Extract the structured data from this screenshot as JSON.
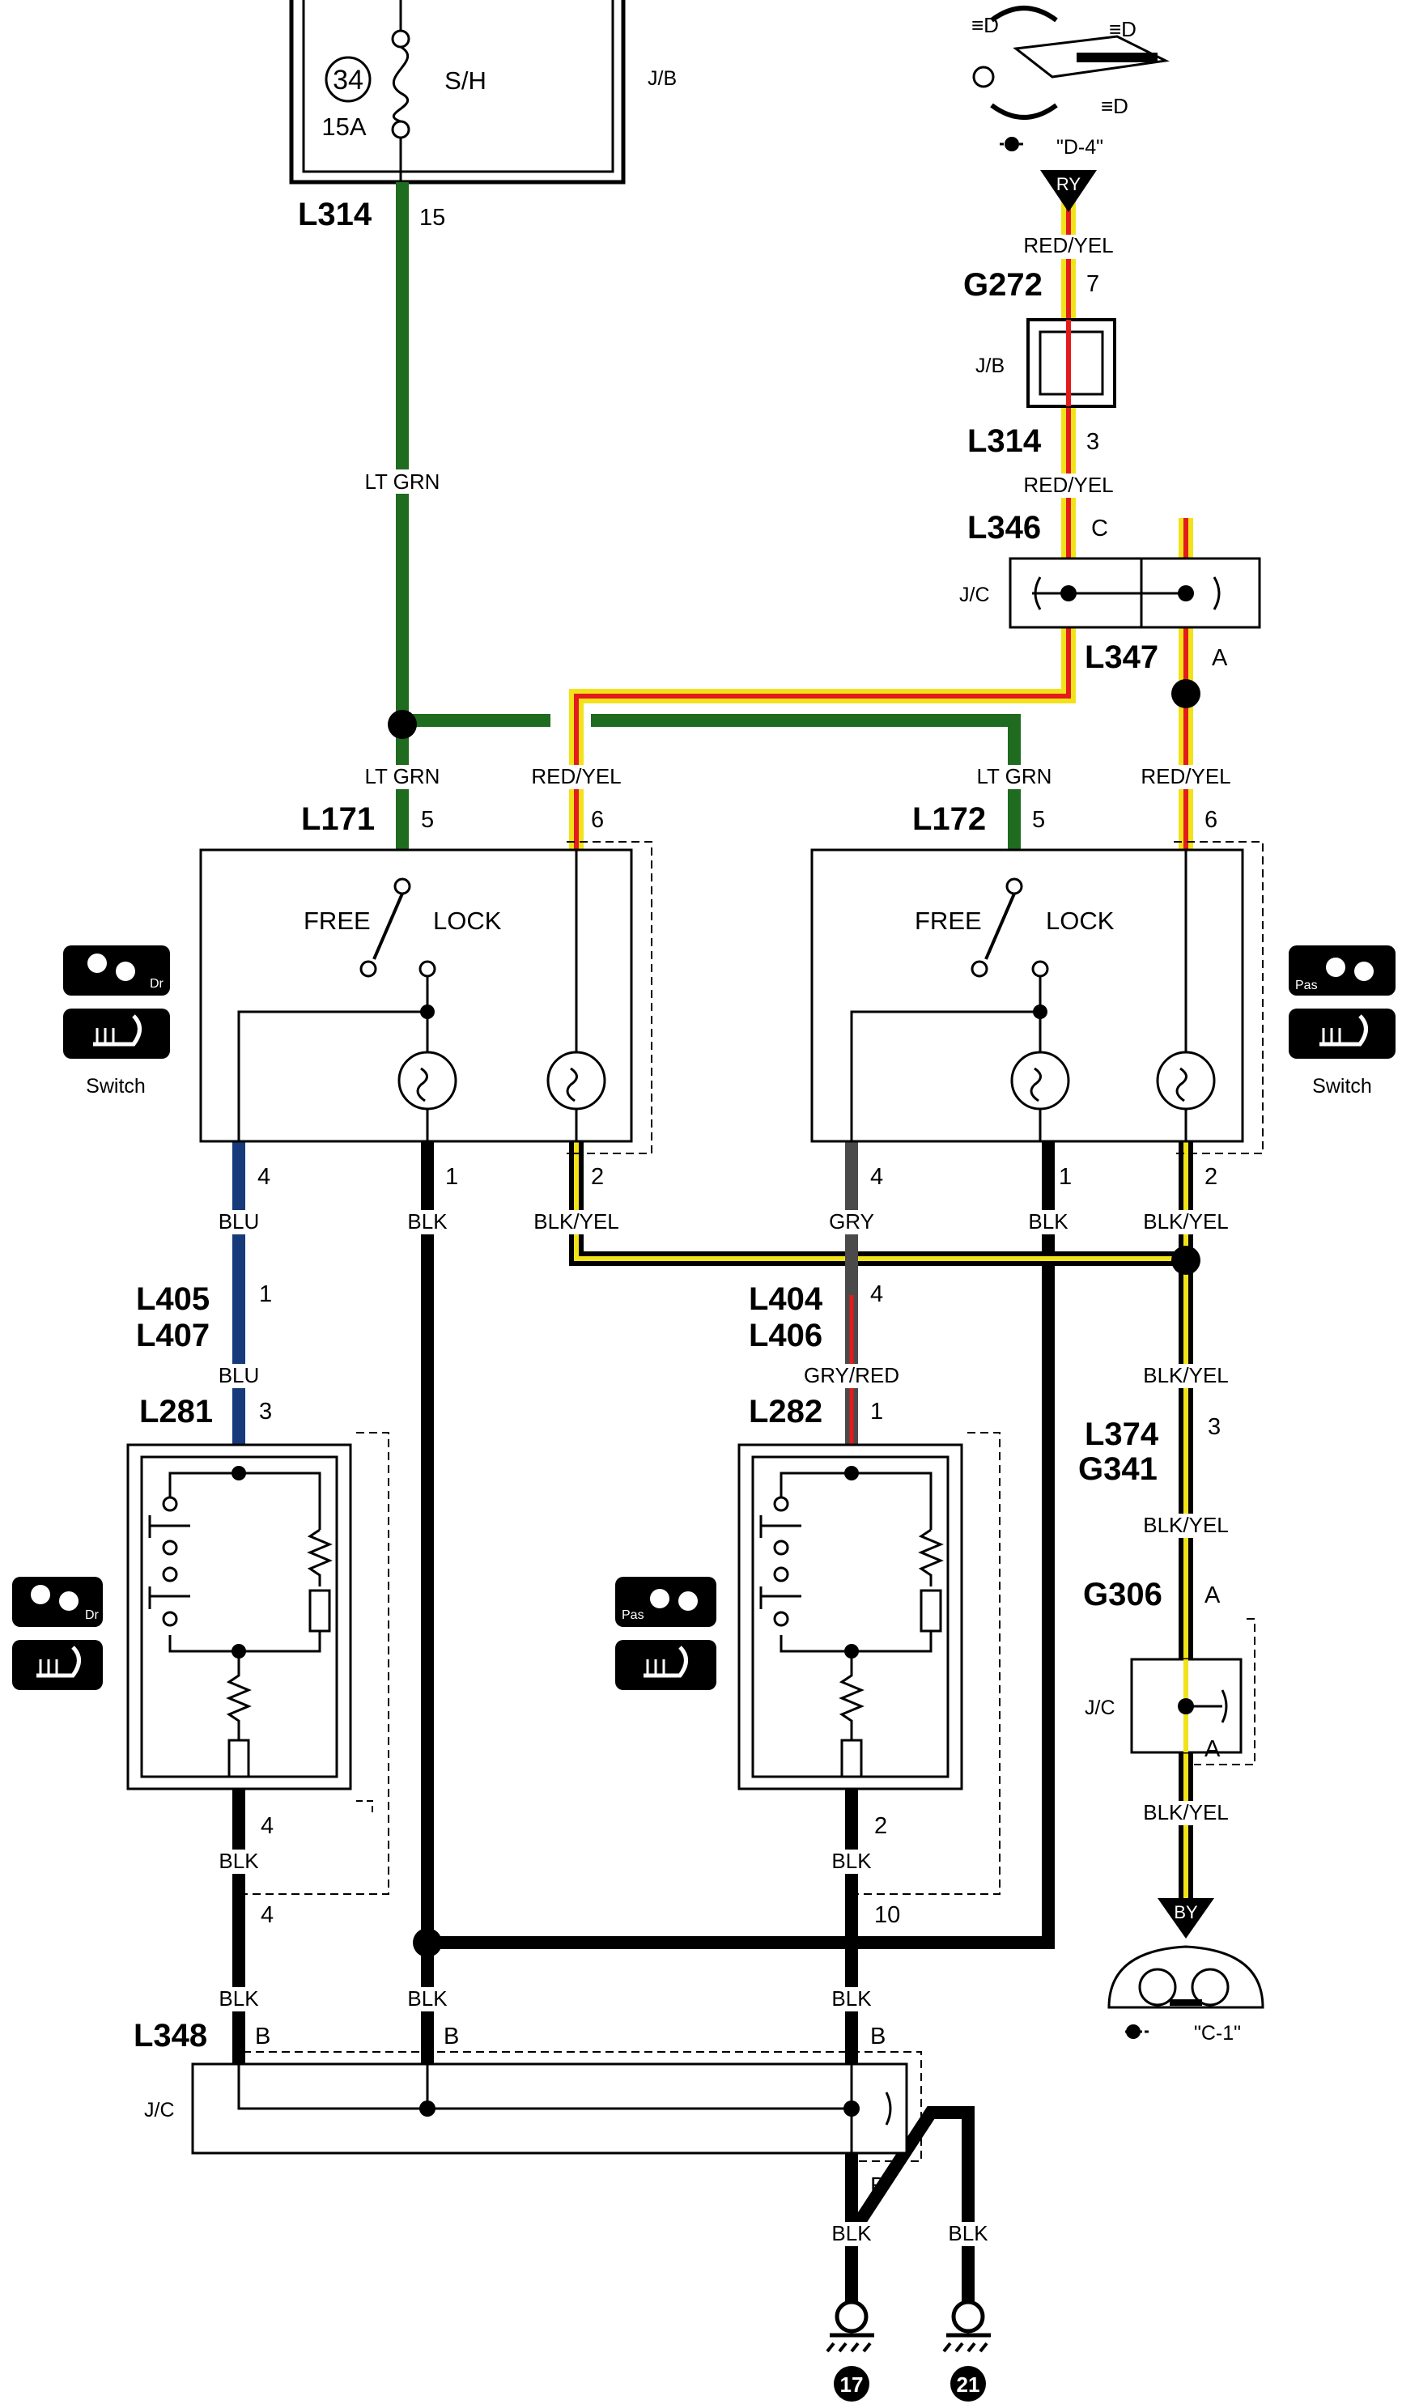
{
  "fuse": {
    "number": "34",
    "rating": "15A",
    "name": "S/H",
    "block": "J/B"
  },
  "connectors": {
    "l314_top": "L314",
    "l314_top_pin": "15",
    "g272": "G272",
    "g272_pin": "7",
    "jb_mid": "J/B",
    "l314_right": "L314",
    "l314_right_pin": "3",
    "l346": "L346",
    "l346_pin": "C",
    "jc_top": "J/C",
    "l347": "L347",
    "l347_pin": "A",
    "l171": "L171",
    "l171_pin5": "5",
    "l171_pin6": "6",
    "l172": "L172",
    "l172_pin5": "5",
    "l172_pin6": "6",
    "l171_pin4": "4",
    "l171_pin1": "1",
    "l171_pin2": "2",
    "l172_pin4": "4",
    "l172_pin1": "1",
    "l172_pin2": "2",
    "l405": "L405",
    "l407": "L407",
    "l405_pin": "1",
    "l404": "L404",
    "l406": "L406",
    "l404_pin": "4",
    "l281": "L281",
    "l281_pin": "3",
    "l282": "L282",
    "l282_pin": "1",
    "l374": "L374",
    "g341": "G341",
    "l374_pin": "3",
    "g306": "G306",
    "g306_pin_top": "A",
    "g306_pin_bottom": "A",
    "jc_right": "J/C",
    "l281_bottom_pin": "4",
    "l281_lower_pin": "4",
    "l282_bottom_pin": "2",
    "l282_lower_pin": "10",
    "l348": "L348",
    "l348_pin1": "B",
    "l348_pin2": "B",
    "l348_pin3": "B",
    "jc_bottom": "J/C",
    "jc_bottom_pin": "B"
  },
  "wire_labels": {
    "ltgrn_top": "LT GRN",
    "redyel_top": "RED/YEL",
    "redyel_mid": "RED/YEL",
    "ltgrn_l171": "LT GRN",
    "redyel_l171": "RED/YEL",
    "ltgrn_l172": "LT GRN",
    "redyel_l172": "RED/YEL",
    "blu_1": "BLU",
    "blk_1": "BLK",
    "blkyel_1": "BLK/YEL",
    "gry": "GRY",
    "blk_2": "BLK",
    "blkyel_2": "BLK/YEL",
    "blu_2": "BLU",
    "gryred": "GRY/RED",
    "blkyel_3": "BLK/YEL",
    "blkyel_4": "BLK/YEL",
    "blkyel_5": "BLK/YEL",
    "blk_3": "BLK",
    "blk_4": "BLK",
    "blk_5": "BLK",
    "blk_6": "BLK",
    "blk_7": "BLK",
    "blk_8": "BLK",
    "blk_9": "BLK"
  },
  "switch": {
    "free": "FREE",
    "lock": "LOCK",
    "label": "Switch"
  },
  "badges": {
    "dr": "Dr",
    "pas": "Pas"
  },
  "refs": {
    "d4": "\"D-4\"",
    "c1": "\"C-1\"",
    "ry": "RY",
    "by": "BY"
  },
  "grounds": {
    "g17": "17",
    "g21": "21"
  },
  "colors": {
    "lt_grn": "#1f6b1f",
    "red": "#e31b1b",
    "yellow": "#f2e21a",
    "blue": "#173a7a",
    "gray": "#4a4a4a",
    "black": "#000000"
  }
}
